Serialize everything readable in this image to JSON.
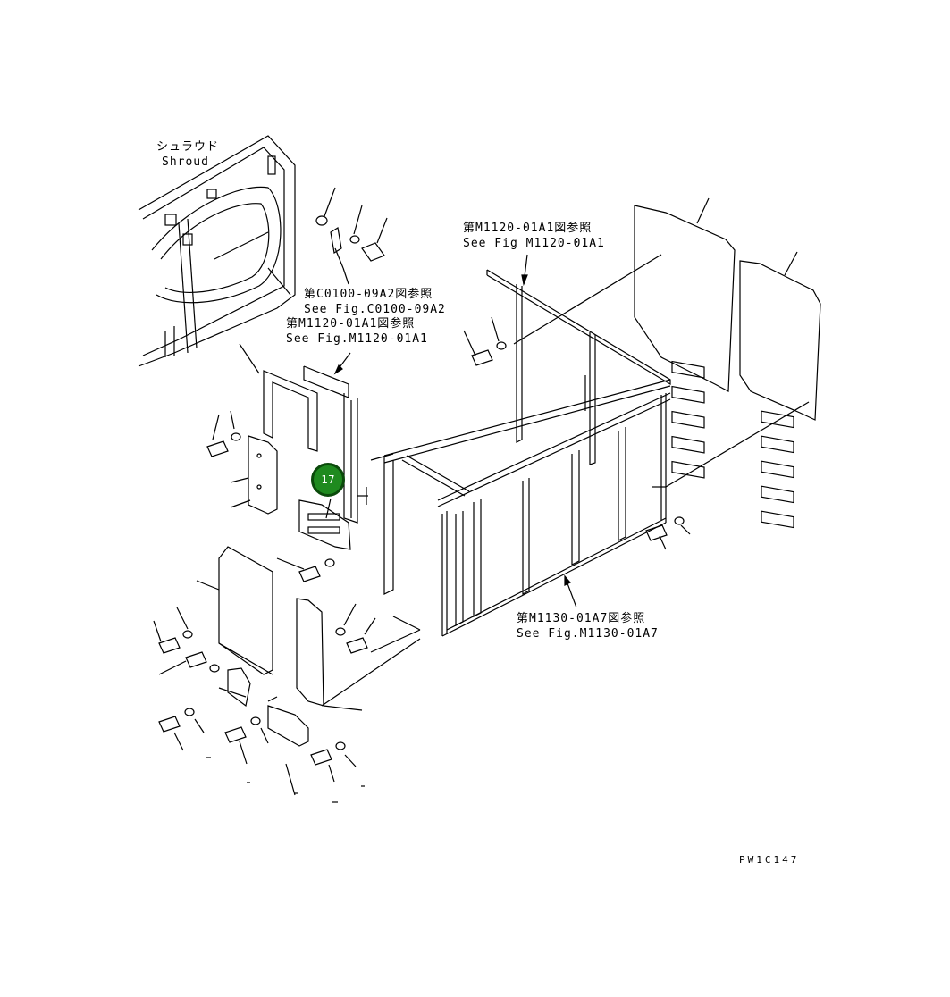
{
  "labels": {
    "shroud_jp": "シュラウド",
    "shroud_en": "Shroud",
    "ref_c0100_jp": "第C0100-09A2図参照",
    "ref_c0100_en": "See Fig.C0100-09A2",
    "ref_m1120_mid_jp": "第M1120-01A1図参照",
    "ref_m1120_mid_en": "See Fig.M1120-01A1",
    "ref_m1120_top_jp": "第M1120-01A1図参照",
    "ref_m1120_top_en": "See Fig M1120-01A1",
    "ref_m1130_jp": "第M1130-01A7図参照",
    "ref_m1130_en": "See Fig.M1130-01A7"
  },
  "callout": {
    "number": "17",
    "color": "#1f8a1f"
  },
  "drawing_code": "PW1C147",
  "colors": {
    "line": "#000000",
    "background": "#ffffff"
  }
}
